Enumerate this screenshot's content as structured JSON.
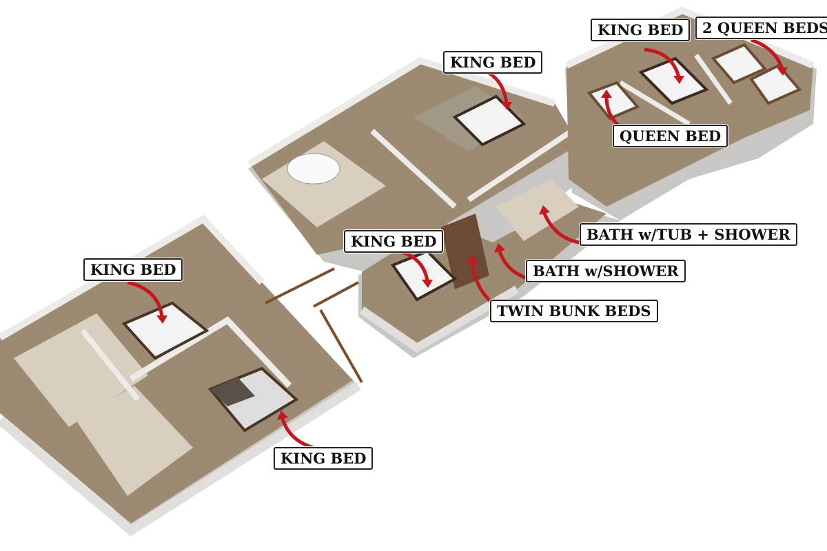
{
  "labels": {
    "master_center": "KING BED",
    "upper_right_king": "KING BED",
    "two_queens": "2 QUEEN BEDS",
    "queen": "QUEEN BED",
    "bath_tub_shower": "BATH w/TUB + SHOWER",
    "middle_king": "KING BED",
    "bath_shower": "BATH w/SHOWER",
    "bunks": "TWIN BUNK BEDS",
    "left_king": "KING BED",
    "lower_king": "KING BED"
  },
  "colors": {
    "arrow": "#c8161d",
    "carpet": "#9c8a72",
    "wall": "#ecebe8",
    "wall_side": "#c9c7c3",
    "tile": "#d9cfc0"
  }
}
